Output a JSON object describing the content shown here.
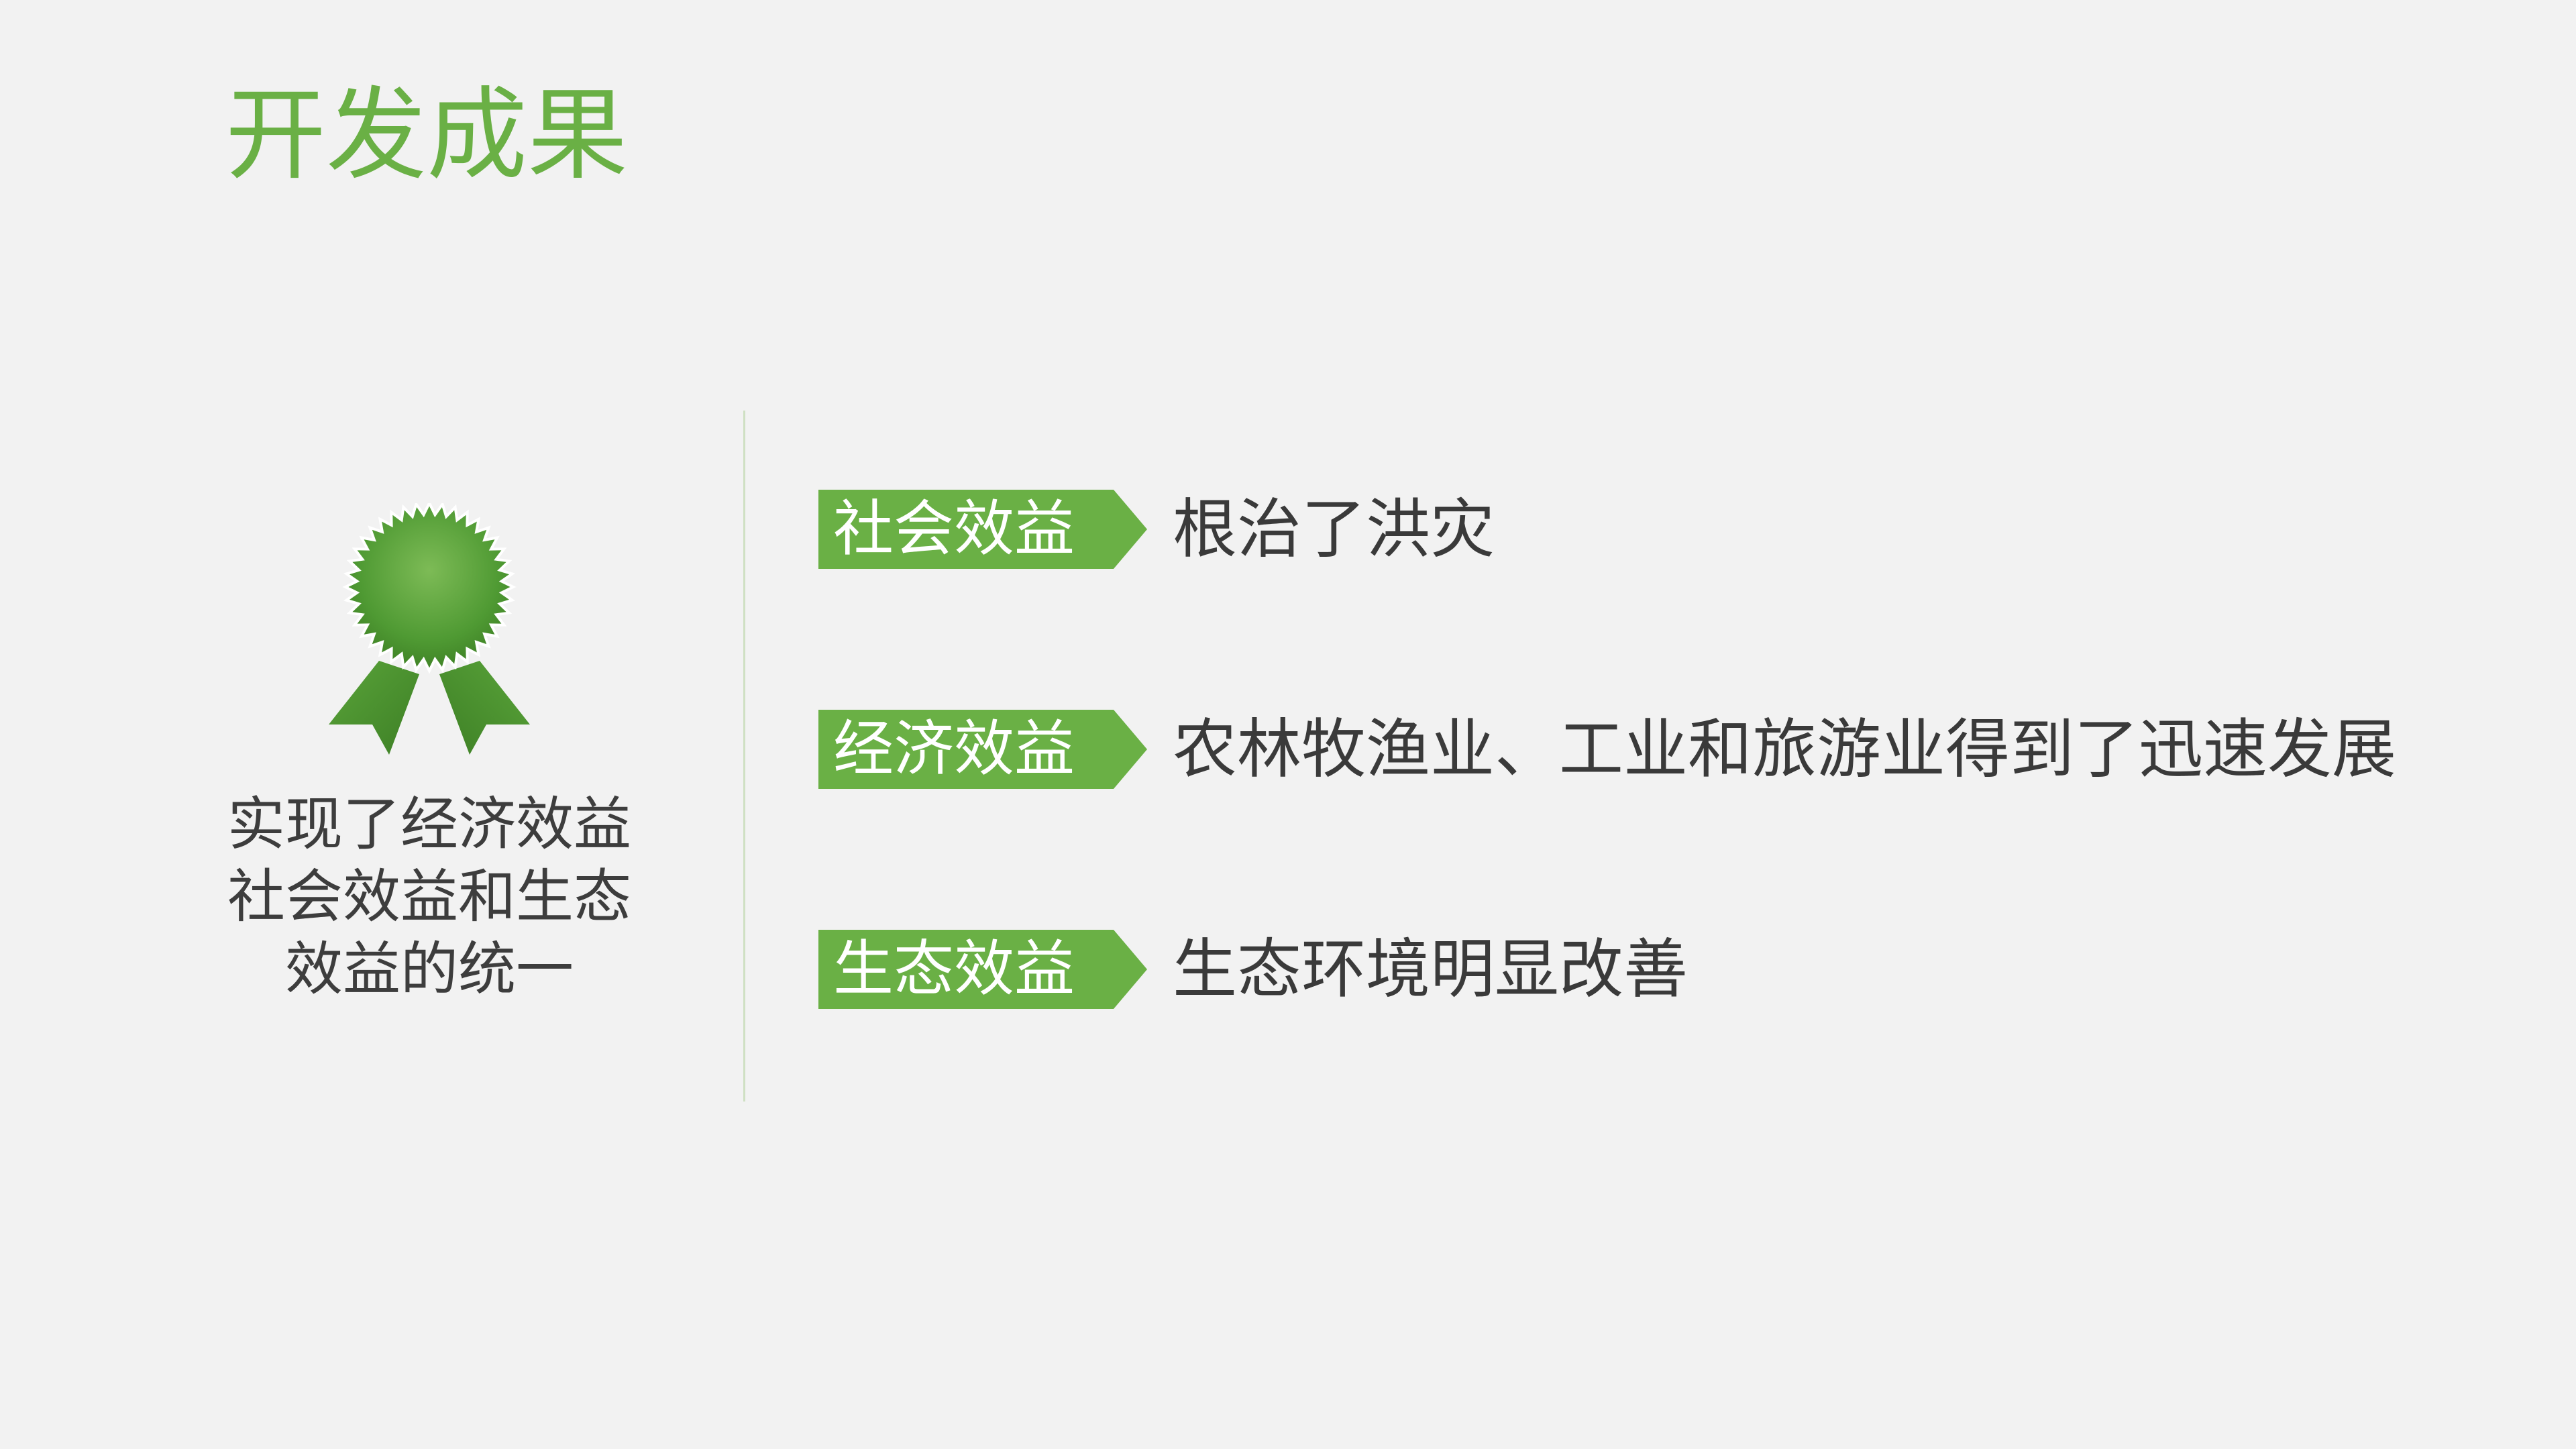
{
  "title": "开发成果",
  "summary": {
    "lines": [
      "实现了经济效益",
      "社会效益和生态",
      "效益的统一"
    ]
  },
  "benefits": [
    {
      "tag": "社会效益",
      "text": "根治了洪灾"
    },
    {
      "tag": "经济效益",
      "text": "农林牧渔业、工业和旅游业得到了迅速发展"
    },
    {
      "tag": "生态效益",
      "text": "生态环境明显改善"
    }
  ],
  "colors": {
    "accent": "#6ab045",
    "background": "#f2f2f2",
    "text": "#3a3a3a",
    "divider": "#cfe0c3"
  },
  "icons": {
    "medal": "award-rosette-icon"
  }
}
